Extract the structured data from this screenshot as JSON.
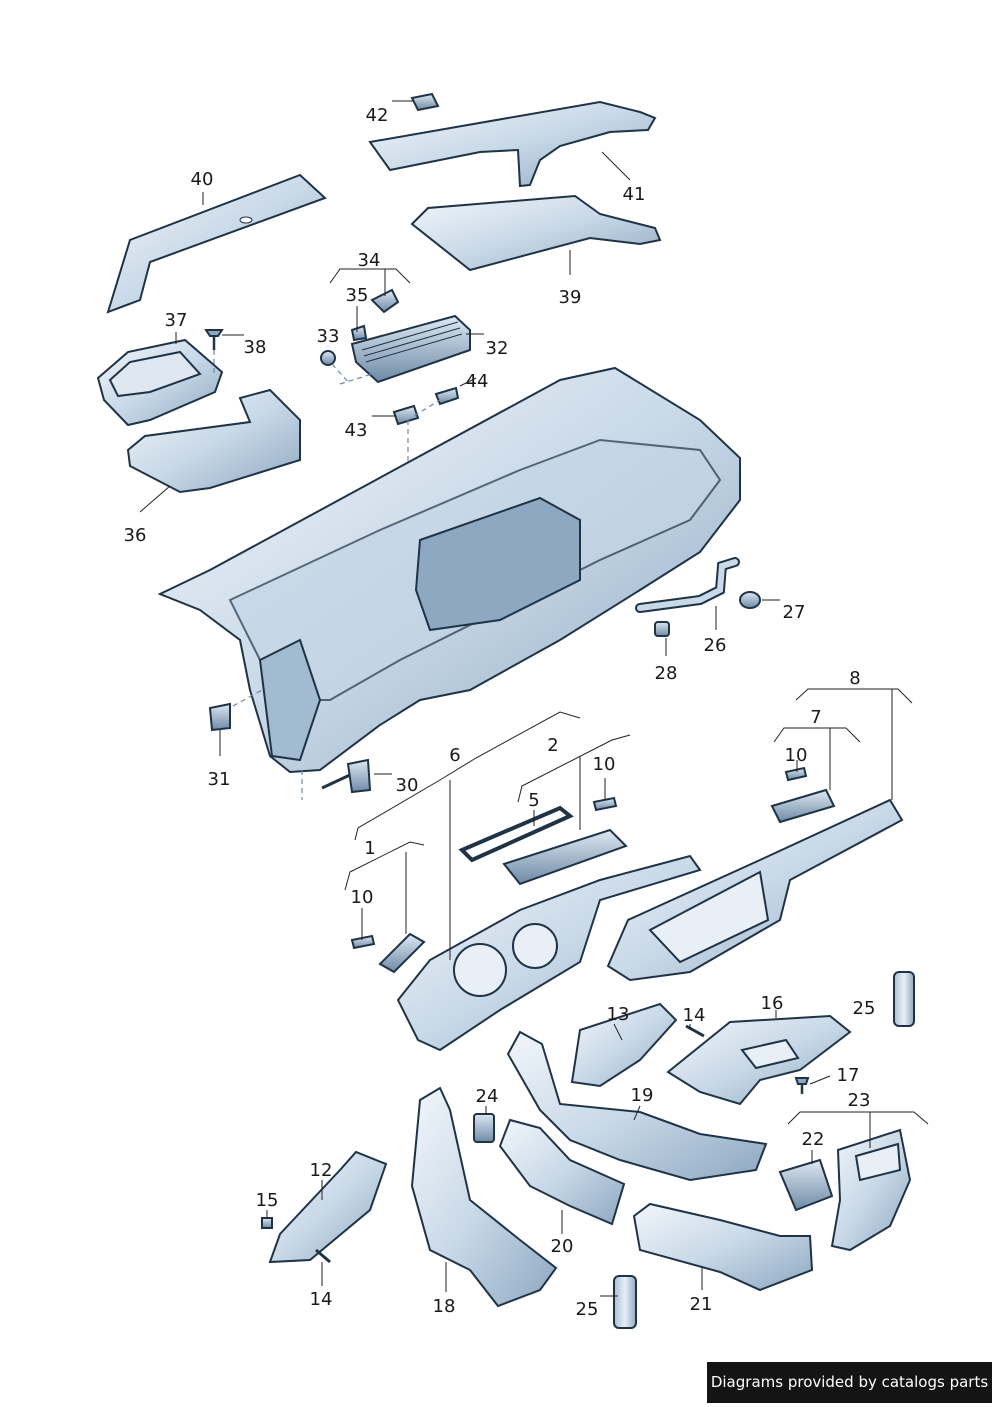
{
  "callouts": [
    "42",
    "41",
    "40",
    "39",
    "34",
    "35",
    "33",
    "32",
    "37",
    "38",
    "44",
    "43",
    "36",
    "27",
    "26",
    "28",
    "8",
    "7",
    "10",
    "31",
    "30",
    "6",
    "2",
    "10",
    "5",
    "1",
    "10",
    "13",
    "14",
    "16",
    "25",
    "17",
    "19",
    "23",
    "24",
    "22",
    "12",
    "15",
    "14",
    "20",
    "18",
    "25",
    "21"
  ],
  "credit": "Diagrams provided by catalogs parts",
  "colors": {
    "part_fill_light": "#e4edf5",
    "part_fill_mid": "#b9cde0",
    "part_fill_dark": "#7d98b3",
    "outline": "#1f3346",
    "leader": "#222222"
  }
}
